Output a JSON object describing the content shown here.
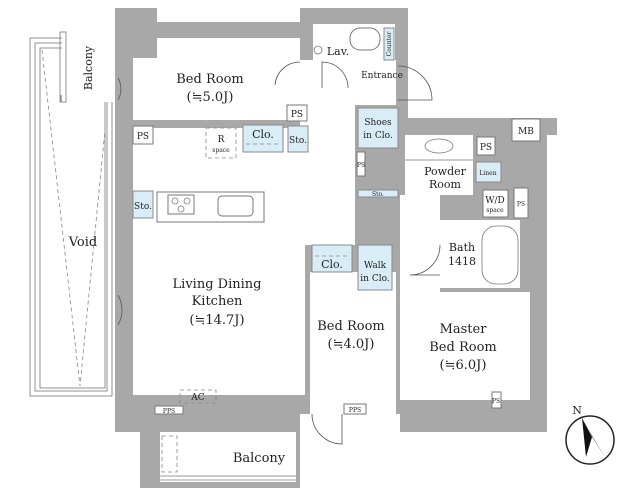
{
  "rooms": {
    "bed_room_1": {
      "name": "Bed Room",
      "size": "(≒5.0J)"
    },
    "ldk": {
      "name1": "Living Dining",
      "name2": "Kitchen",
      "size": "(≒14.7J)"
    },
    "bed_room_2": {
      "name": "Bed Room",
      "size": "(≒4.0J)"
    },
    "master": {
      "name1": "Master",
      "name2": "Bed Room",
      "size": "(≒6.0J)"
    },
    "void": "Void",
    "balcony_top": "Balcony",
    "balcony_bottom": "Balcony",
    "lav": "Lav.",
    "counter": "Counter",
    "entrance": "Entrance",
    "shoes": {
      "line1": "Shoes",
      "line2": "in Clo."
    },
    "powder": {
      "line1": "Powder",
      "line2": "Room"
    },
    "linen": "Linen",
    "wd": {
      "line1": "W/D",
      "line2": "space"
    },
    "bath": {
      "line1": "Bath",
      "line2": "1418"
    },
    "mb": "MB",
    "clo_1": "Clo.",
    "clo_2": "Clo.",
    "walk_in": {
      "line1": "Walk",
      "line2": "in Clo."
    },
    "sto_1": "Sto.",
    "sto_2": "Sto.",
    "sto_3": "Sto.",
    "r_space": {
      "line1": "R",
      "line2": "space"
    },
    "ps": "PS",
    "pps": "PPS",
    "ac": "AC"
  },
  "compass": {
    "label": "N"
  },
  "colors": {
    "wall": "#a8a8a8",
    "closet": "#d9edf6"
  }
}
